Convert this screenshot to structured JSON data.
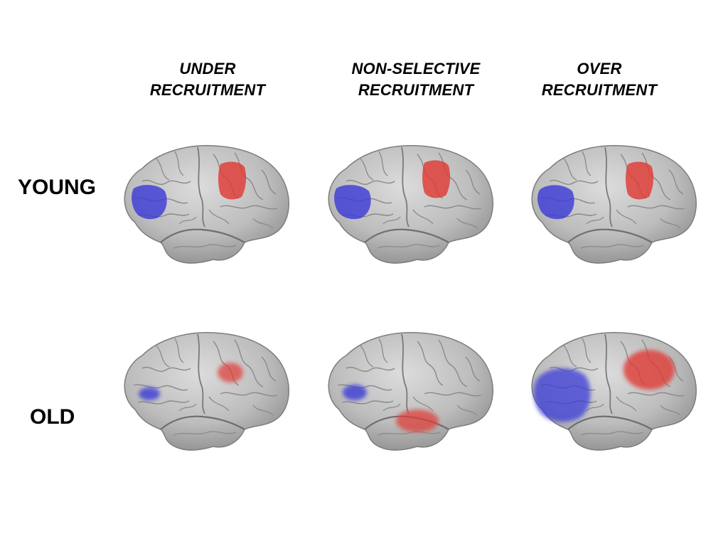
{
  "columns": [
    {
      "line1": "UNDER",
      "line2": "RECRUITMENT"
    },
    {
      "line1": "NON-SELECTIVE",
      "line2": "RECRUITMENT"
    },
    {
      "line1": "OVER",
      "line2": "RECRUITMENT"
    }
  ],
  "rows": [
    {
      "label": "YOUNG"
    },
    {
      "label": "OLD"
    }
  ],
  "colors": {
    "frontal_activation": "#3a3ad8",
    "posterior_activation": "#e03a34",
    "cortex": "#b9b9b9"
  }
}
